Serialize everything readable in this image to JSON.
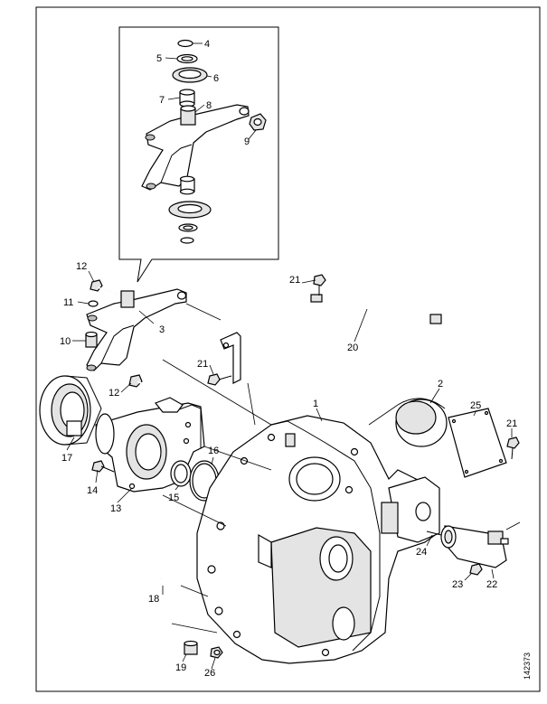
{
  "labels": {
    "l1": "1",
    "l2": "2",
    "l3": "3",
    "l4": "4",
    "l5": "5",
    "l6": "6",
    "l7": "7",
    "l8": "8",
    "l9": "9",
    "l10": "10",
    "l11": "11",
    "l12a": "12",
    "l12b": "12",
    "l13": "13",
    "l14": "14",
    "l15": "15",
    "l16": "16",
    "l17": "17",
    "l18": "18",
    "l19": "19",
    "l20": "20",
    "l21a": "21",
    "l21b": "21",
    "l21c": "21",
    "l22": "22",
    "l23": "23",
    "l24": "24",
    "l25": "25",
    "l26": "26"
  },
  "figure_number": "142373"
}
